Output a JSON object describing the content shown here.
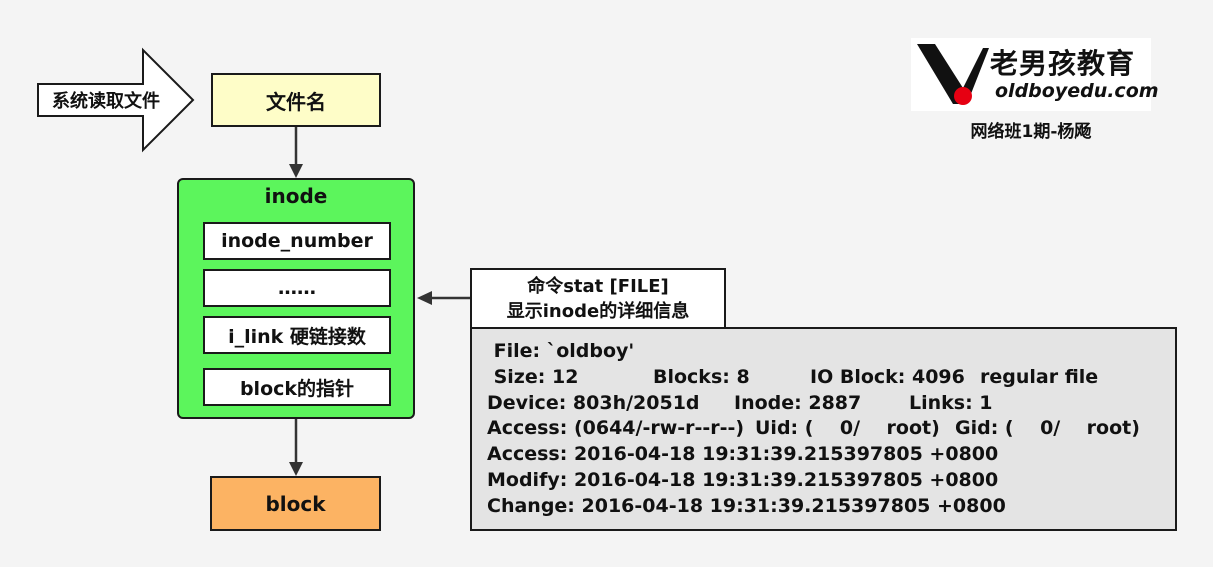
{
  "read_label": "系统读取文件",
  "filename_label": "文件名",
  "inode": {
    "title": "inode",
    "fields": [
      "inode_number",
      "……",
      "i_link 硬链接数",
      "block的指针"
    ]
  },
  "block_label": "block",
  "command": {
    "line1": "命令stat [FILE]",
    "line2": "显示inode的详细信息"
  },
  "stat": {
    "file": " File: `oldboy'",
    "size": " Size: 12",
    "blocks": "Blocks: 8",
    "io_block": "IO Block: 4096",
    "file_type": "regular file",
    "device": "Device: 803h/2051d",
    "inode": "Inode: 2887",
    "links": "Links: 1",
    "access_perm": "Access: (0644/-rw-r--r--)",
    "uid": "Uid: (    0/    root)",
    "gid": "Gid: (    0/    root)",
    "access_time": "Access: 2016-04-18 19:31:39.215397805 +0800",
    "modify_time": "Modify: 2016-04-18 19:31:39.215397805 +0800",
    "change_time": "Change: 2016-04-18 19:31:39.215397805 +0800"
  },
  "logo": {
    "cn": "老男孩教育",
    "en": "oldboyedu.com",
    "caption": "网络班1期-杨飏"
  },
  "colors": {
    "filename_fill": "#fefdc8",
    "inode_fill": "#5cf55c",
    "block_fill": "#fcb363",
    "stat_fill": "#e4e4e4",
    "logo_accent": "#e60012"
  }
}
